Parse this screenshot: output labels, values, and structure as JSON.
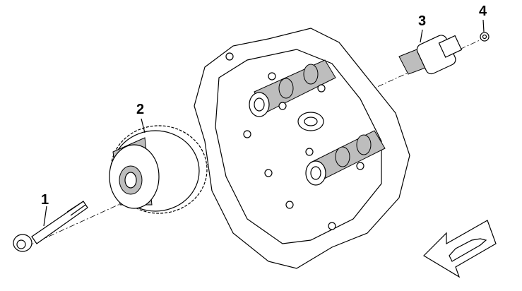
{
  "callouts": [
    {
      "label": "1",
      "part": "bolt"
    },
    {
      "label": "2",
      "part": "camshaft-sprocket"
    },
    {
      "label": "3",
      "part": "solenoid-valve"
    },
    {
      "label": "4",
      "part": "screw"
    }
  ],
  "colors": {
    "line": "#000000",
    "shade": "#bdbdbd",
    "background": "#ffffff"
  }
}
